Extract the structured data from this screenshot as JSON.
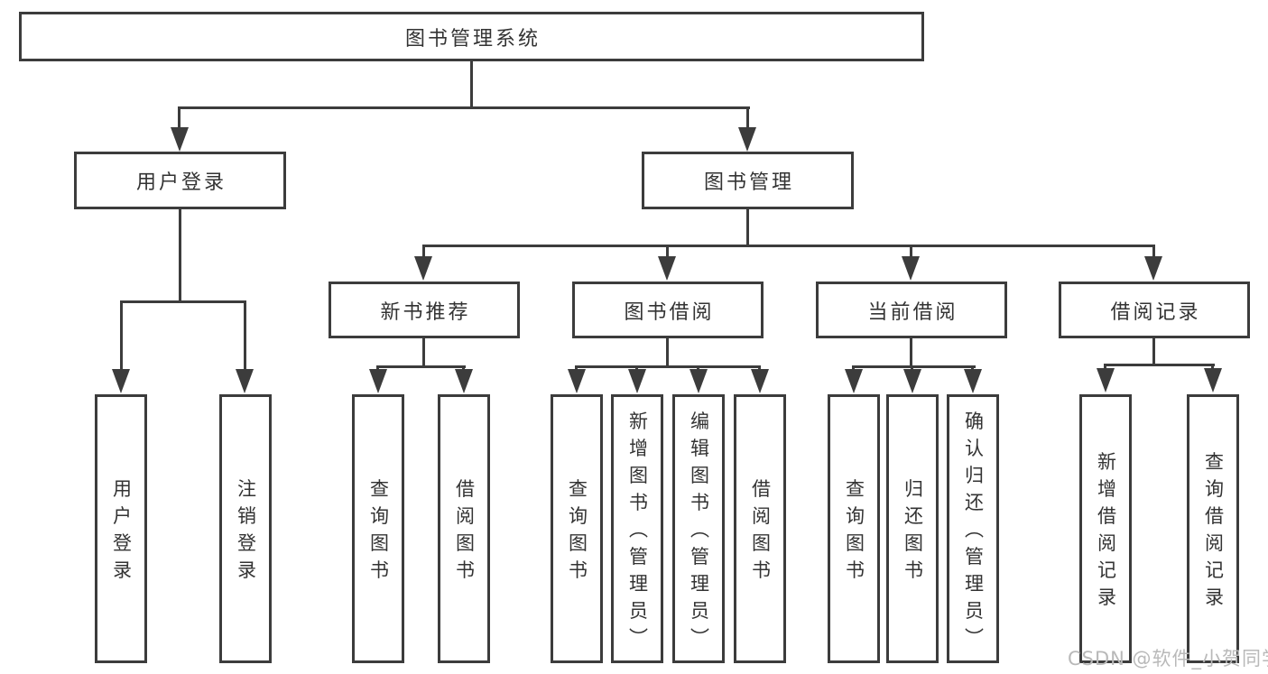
{
  "colors": {
    "line": "#3c3c3c",
    "text": "#333333",
    "watermark": "#b9b9b9",
    "background": "#ffffff"
  },
  "diagram": {
    "type": "hierarchy-tree",
    "root": {
      "label": "图书管理系统"
    },
    "level2": [
      {
        "id": "user-login",
        "label": "用户登录",
        "parent": "图书管理系统"
      },
      {
        "id": "book-management",
        "label": "图书管理",
        "parent": "图书管理系统"
      }
    ],
    "level3": [
      {
        "id": "new-book-recommend",
        "label": "新书推荐",
        "parent": "图书管理"
      },
      {
        "id": "book-borrow",
        "label": "图书借阅",
        "parent": "图书管理"
      },
      {
        "id": "current-borrow",
        "label": "当前借阅",
        "parent": "图书管理"
      },
      {
        "id": "borrow-records",
        "label": "借阅记录",
        "parent": "图书管理"
      }
    ],
    "leaves": [
      {
        "label": "用户登录",
        "parent": "用户登录"
      },
      {
        "label": "注销登录",
        "parent": "用户登录"
      },
      {
        "label": "查询图书",
        "parent": "新书推荐"
      },
      {
        "label": "借阅图书",
        "parent": "新书推荐"
      },
      {
        "label": "查询图书",
        "parent": "图书借阅"
      },
      {
        "label": "新增图书（管理员）",
        "parent": "图书借阅"
      },
      {
        "label": "编辑图书（管理员）",
        "parent": "图书借阅"
      },
      {
        "label": "借阅图书",
        "parent": "图书借阅"
      },
      {
        "label": "查询图书",
        "parent": "当前借阅"
      },
      {
        "label": "归还图书",
        "parent": "当前借阅"
      },
      {
        "label": "确认归还（管理员）",
        "parent": "当前借阅"
      },
      {
        "label": "新增借阅记录",
        "parent": "借阅记录"
      },
      {
        "label": "查询借阅记录",
        "parent": "借阅记录"
      }
    ]
  },
  "watermark": {
    "text": "CSDN @软件_小贺同学"
  }
}
